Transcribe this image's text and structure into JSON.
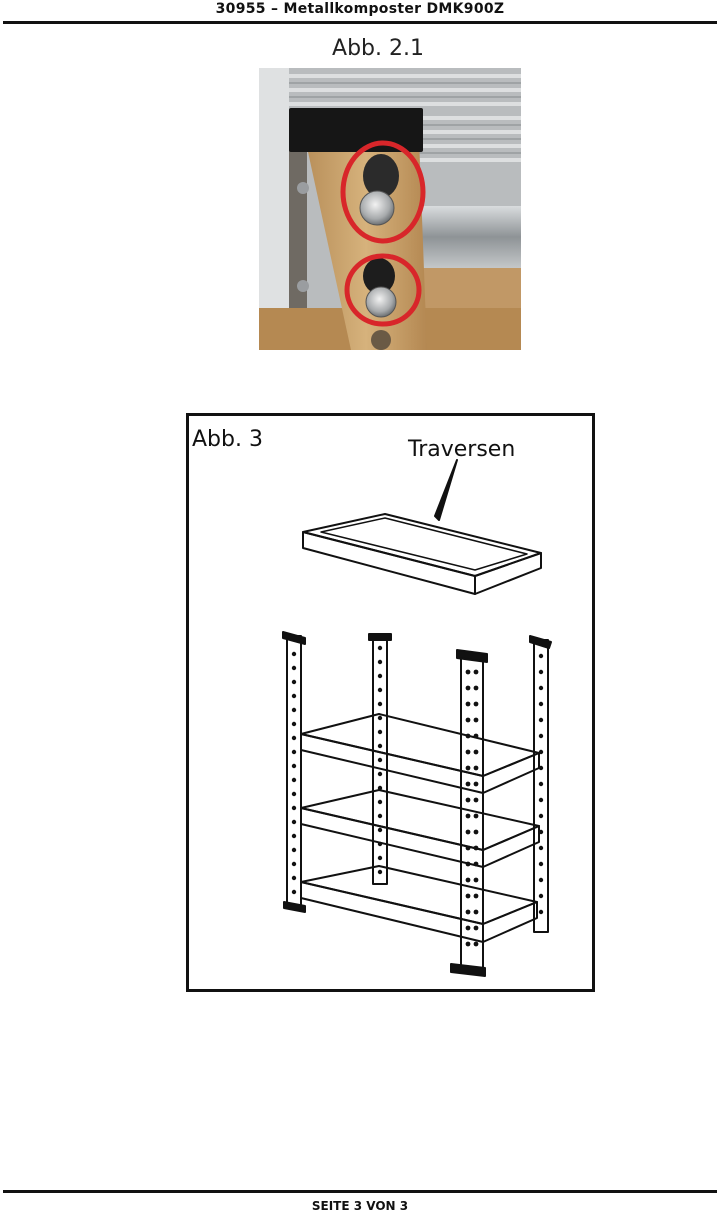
{
  "header": {
    "title": "30955 – Metallkomposter DMK900Z"
  },
  "figure_21": {
    "label": "Abb. 2.1",
    "icon": "photo-upright-with-bolts"
  },
  "figure_3": {
    "label": "Abb. 3",
    "callout": "Traversen",
    "icon": "shelf-assembly-drawing"
  },
  "footer": {
    "page": "SEITE 3 VON 3"
  },
  "colors": {
    "highlight_circle": "#d8262a",
    "wood": "#c9a572",
    "metal": "#a9acae"
  }
}
